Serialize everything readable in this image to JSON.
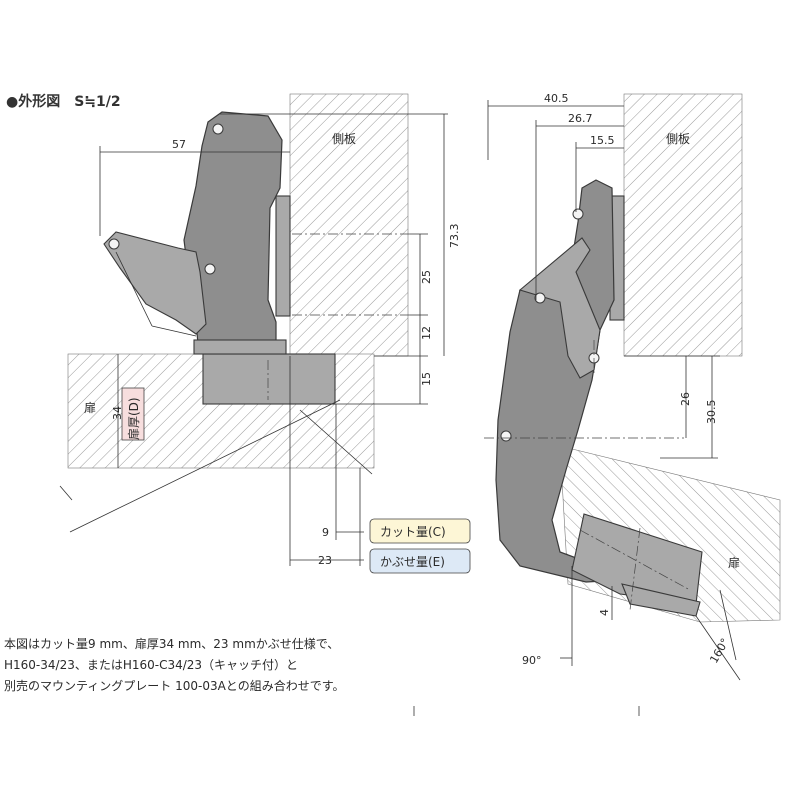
{
  "figure": {
    "title": "●外形図　S≒1/2",
    "left_view": {
      "side_panel_label": "側板",
      "door_label": "扉",
      "door_thickness_label": "扉厚(D)",
      "dimensions": {
        "arm_length": "57",
        "height_total": "73.3",
        "mount_span": "25",
        "plate_offset": "12",
        "cup_depth": "15",
        "door_thickness": "34",
        "cut_amount": "9",
        "overlay": "23"
      },
      "legend": {
        "cut": "カット量(C)",
        "overlay": "かぶせ量(E)",
        "cut_color": "#fdf6d6",
        "overlay_color": "#dde9f6"
      }
    },
    "right_view": {
      "side_panel_label": "側板",
      "door_label": "扉",
      "dimensions": {
        "w1": "40.5",
        "w2": "26.7",
        "w3": "15.5",
        "h1": "26",
        "h2": "30.5",
        "gap": "4"
      },
      "angles": {
        "closed": "90°",
        "open": "160°"
      }
    }
  },
  "note": {
    "lines": [
      "本図はカット量9 mm、扉厚34 mm、23 mmかぶせ仕様で、",
      "H160-34/23、またはH160-C34/23（キャッチ付）と",
      "別売のマウンティングプレート 100-03Aとの組み合わせです。"
    ]
  },
  "colors": {
    "hinge_body": "#8e8e8e",
    "hatch": "#9a9a9a"
  }
}
